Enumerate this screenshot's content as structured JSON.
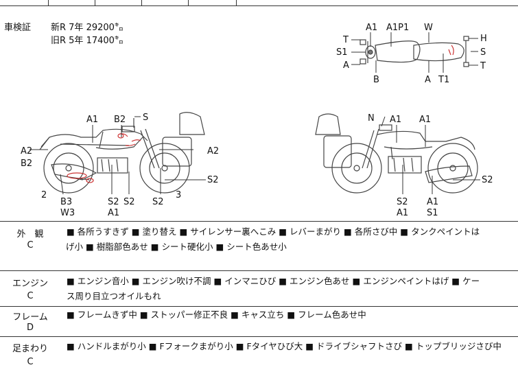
{
  "reg": {
    "label": "車検証",
    "new": "新R  7年  29200㌔",
    "old": "旧R  5年  17400㌔"
  },
  "diagram_labels": {
    "top": [
      "A1",
      "A1P1",
      "W",
      "T",
      "S1",
      "A",
      "B",
      "A",
      "T1",
      "H",
      "S",
      "T"
    ],
    "left": [
      "A1",
      "B2",
      "S",
      "A2",
      "B2",
      "A2",
      "S2",
      "2",
      "B3",
      "W3",
      "S2",
      "S2",
      "A1",
      "S2",
      "3"
    ],
    "right": [
      "N",
      "A1",
      "A1",
      "S2",
      "S2",
      "A1",
      "A1",
      "S1"
    ]
  },
  "sections": [
    {
      "category": "外　観",
      "grade": "C",
      "line1": "■ 各所うすきず ■ 塗り替え ■ サイレンサー裏へこみ ■ レバーまがり ■ 各所さび中 ■ タンクペイントは",
      "line2": "げ小 ■ 樹脂部色あせ ■ シート硬化小 ■ シート色あせ小"
    },
    {
      "category": "エンジン",
      "grade": "C",
      "line1": "■ エンジン音小 ■ エンジン吹け不調 ■ インマニひび ■ エンジン色あせ ■ エンジンペイントはげ ■ ケー",
      "line2": "ス周り目立つオイルもれ"
    },
    {
      "category": "フレーム",
      "grade": "D",
      "line1": "■ フレームきず中 ■ ストッパー修正不良 ■ キャス立ち ■ フレーム色あせ中",
      "line2": ""
    },
    {
      "category": "足まわり",
      "grade": "C",
      "line1": "■ ハンドルまがり小 ■ Fフォークまがり小 ■ Fタイヤひび大 ■ ドライブシャフトさび ■ トップブリッジさび中",
      "line2": ""
    }
  ]
}
